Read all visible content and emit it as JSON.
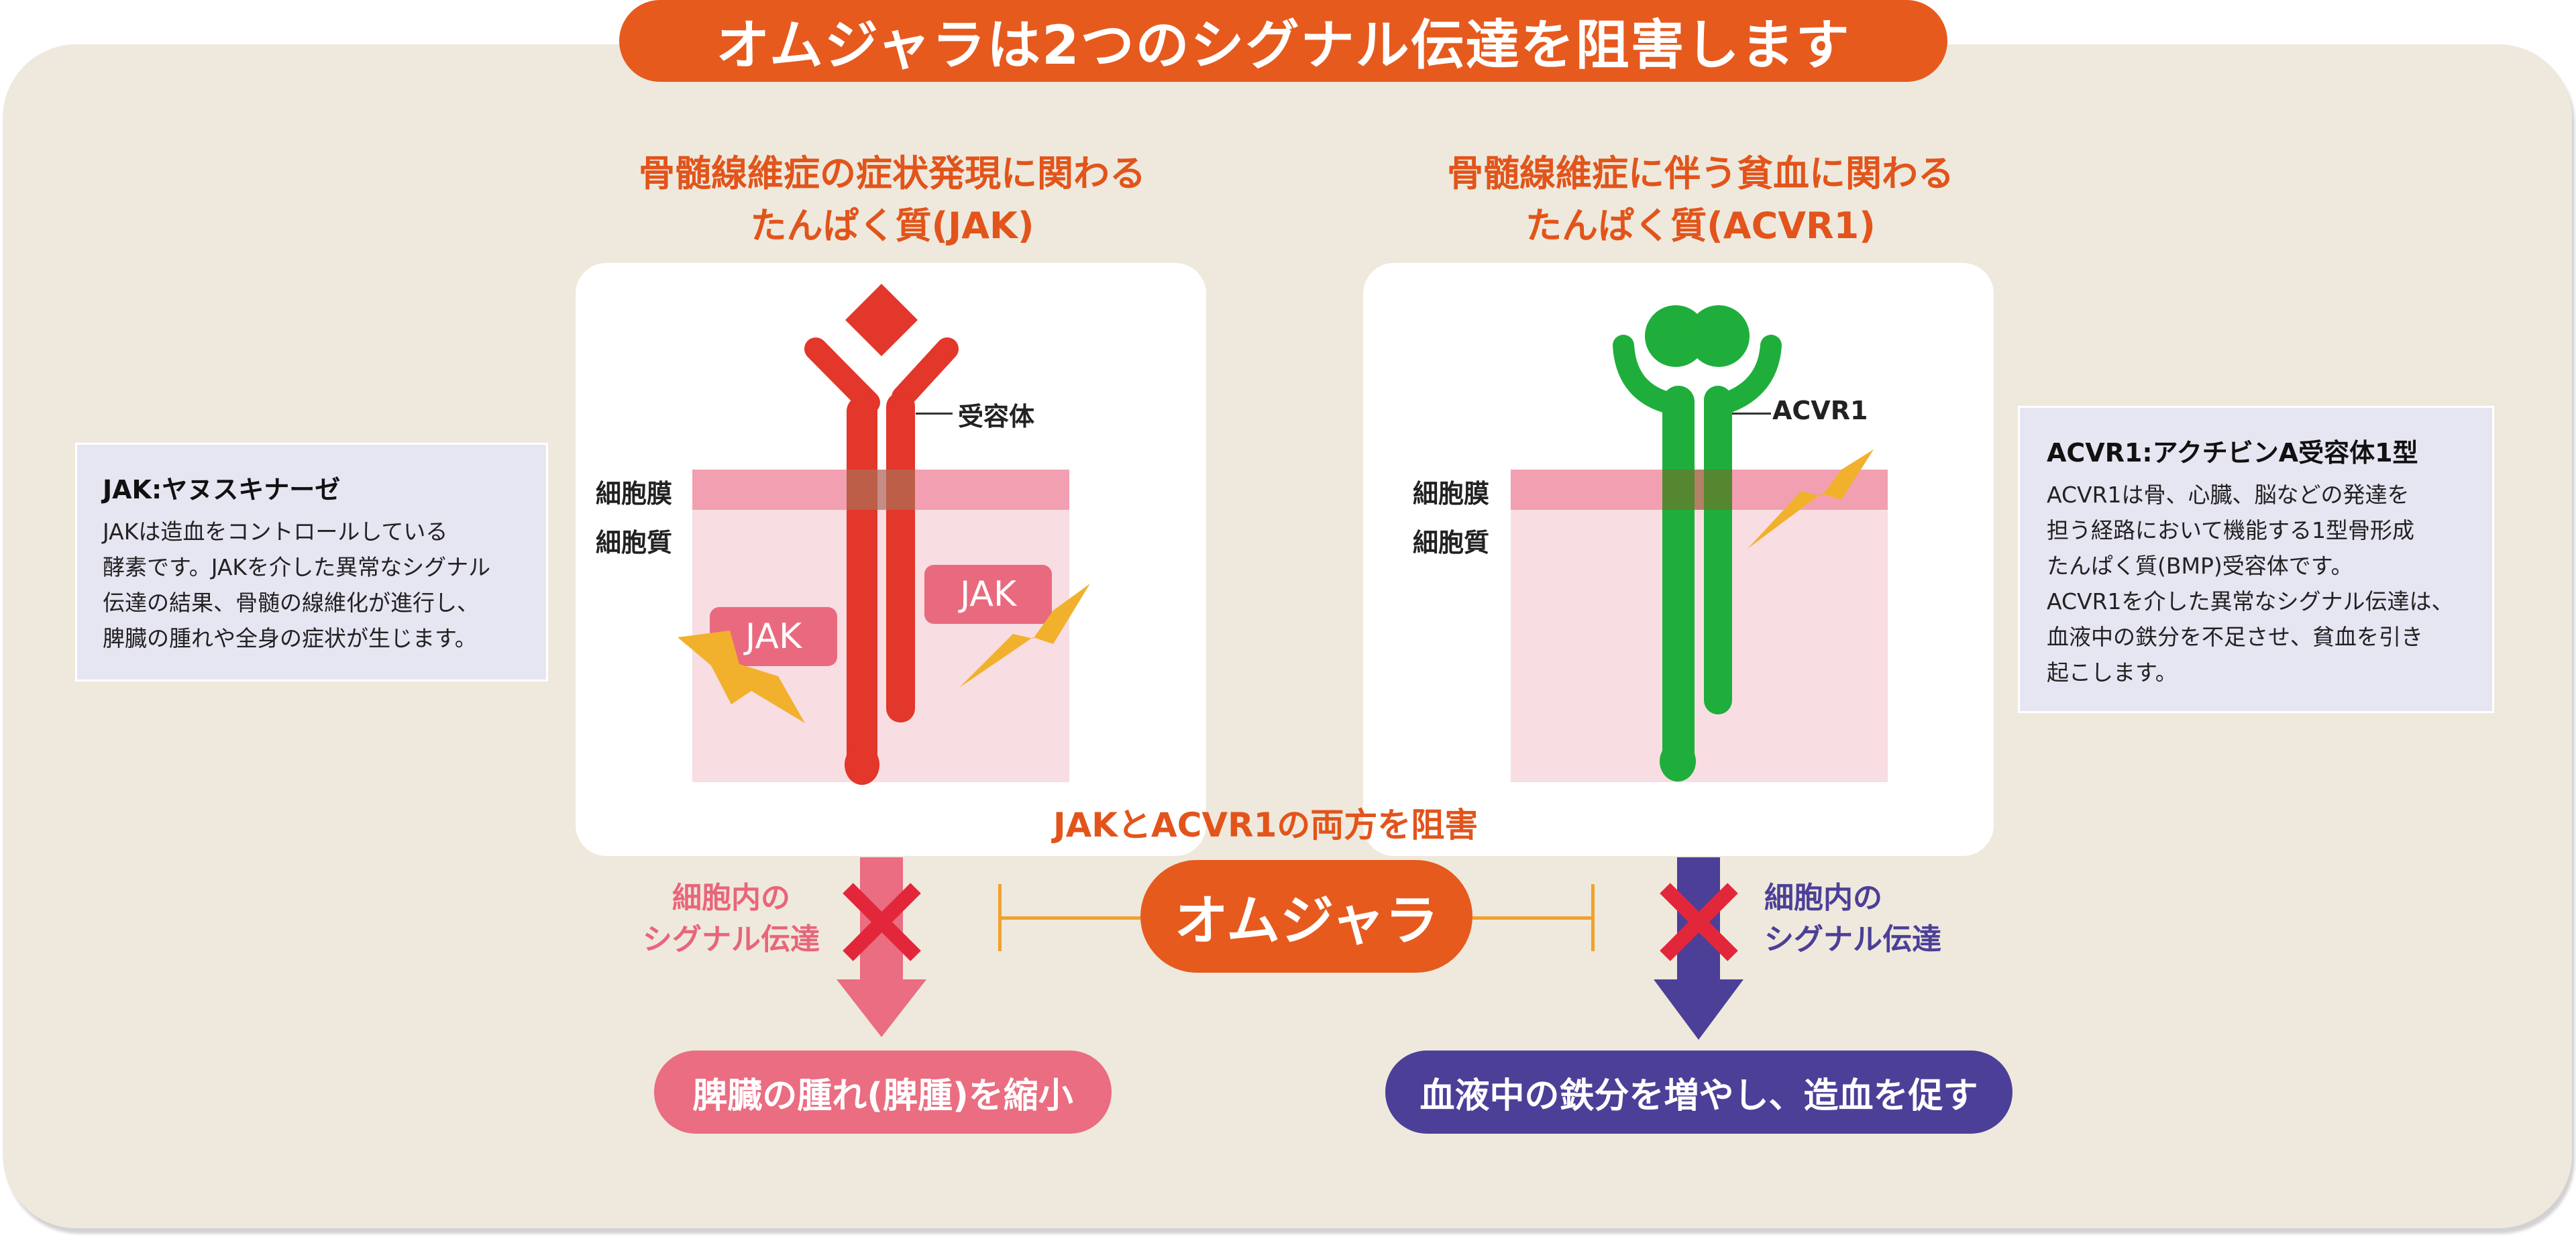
{
  "title": "オムジャラは2つのシグナル伝達を阻害します",
  "left": {
    "heading_line1": "骨髄線維症の症状発現に関わる",
    "heading_line2": "たんぱく質(JAK)",
    "receptor_label": "受容体",
    "membrane_label": "細胞膜",
    "cytoplasm_label": "細胞質",
    "jak_tag1": "JAK",
    "jak_tag2": "JAK",
    "protein_color": "#e2372a"
  },
  "right": {
    "heading_line1": "骨髄線維症に伴う貧血に関わる",
    "heading_line2": "たんぱく質(ACVR1)",
    "receptor_label": "ACVR1",
    "membrane_label": "細胞膜",
    "cytoplasm_label": "細胞質",
    "protein_color": "#1fae3b"
  },
  "jak_box": {
    "title": "JAK:ヤヌスキナーゼ",
    "text": "JAKは造血をコントロールしている\n酵素です。JAKを介した異常なシグナル\n伝達の結果、骨髄の線維化が進行し、\n脾臓の腫れや全身の症状が生じます。"
  },
  "acvr1_box": {
    "title": "ACVR1:アクチビンA受容体1型",
    "text": "ACVR1は骨、心臓、脳などの発達を\n担う経路において機能する1型骨形成\nたんぱく質(BMP)受容体です。\nACVR1を介した異常なシグナル伝達は、\n血液中の鉄分を不足させ、貧血を引き\n起こします。"
  },
  "both_inhibit": "JAKとACVR1の両方を阻害",
  "drug_label": "オムジャラ",
  "left_signal": "細胞内の\nシグナル伝達",
  "right_signal": "細胞内の\nシグナル伝達",
  "left_result": "脾臓の腫れ(脾腫)を縮小",
  "right_result": "血液中の鉄分を増やし、造血を促す",
  "colors": {
    "orange": "#e65a1e",
    "pink": "#e96a7e",
    "purple": "#4c3f98",
    "lightning": "#f2b12c",
    "cross": "#e2273a"
  }
}
